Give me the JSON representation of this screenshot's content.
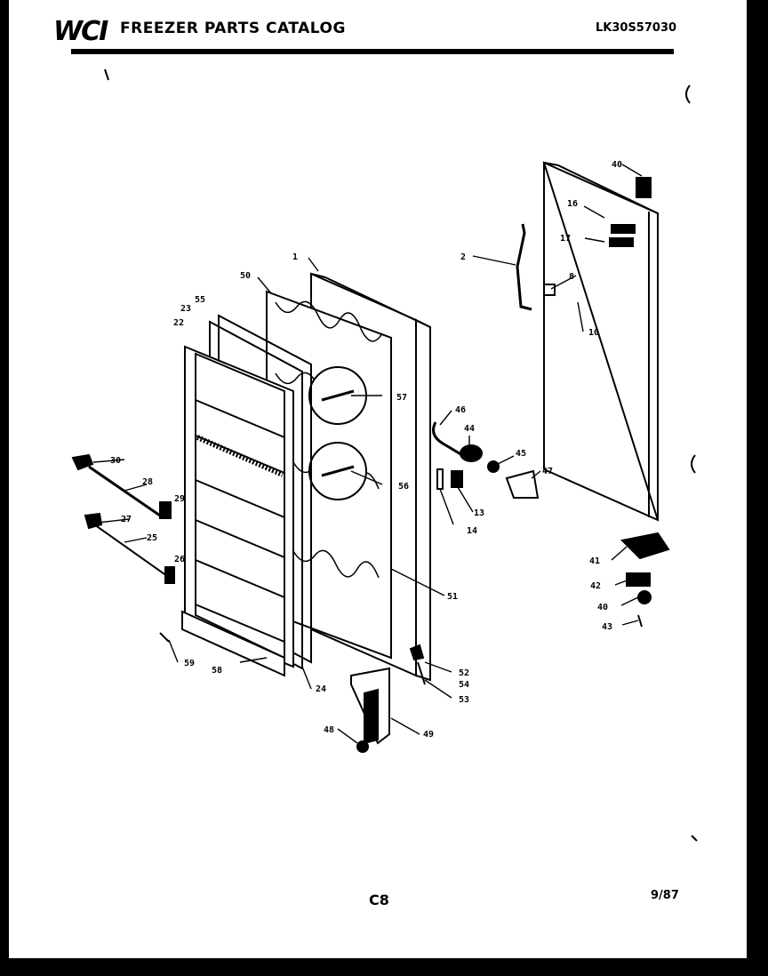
{
  "header": {
    "logo": "WCI",
    "title": "FREEZER PARTS CATALOG",
    "model_code": "LK30S57030"
  },
  "footer": {
    "page_code": "C8",
    "date": "9/87"
  },
  "callouts": [
    "1",
    "2",
    "8",
    "10",
    "13",
    "14",
    "16",
    "17",
    "22",
    "23",
    "24",
    "25",
    "26",
    "27",
    "28",
    "29",
    "30",
    "40",
    "40",
    "41",
    "42",
    "43",
    "44",
    "45",
    "46",
    "47",
    "48",
    "49",
    "50",
    "51",
    "52",
    "53",
    "54",
    "55",
    "56",
    "57",
    "58",
    "59"
  ]
}
